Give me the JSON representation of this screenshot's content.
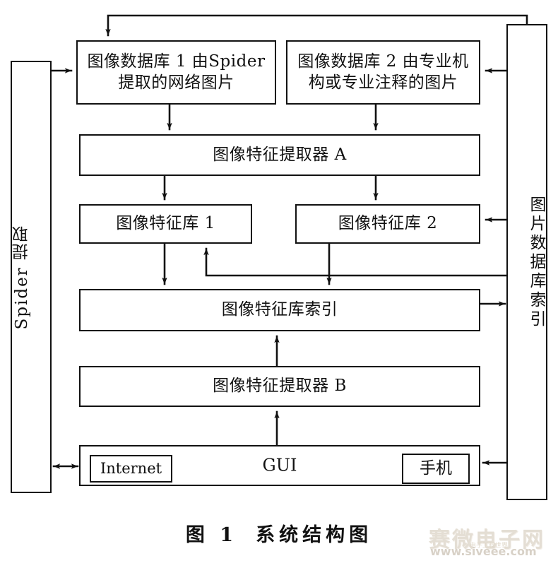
{
  "figure": {
    "caption_number": "图 1",
    "caption_title": "系统结构图"
  },
  "nodes": {
    "image_database_1": "图像数据库 1 由Spider\n提取的网络图片",
    "image_database_2": "图像数据库 2 由专业机\n构或专业注释的图片",
    "feature_extractor_a": "图像特征提取器 A",
    "feature_library_1": "图像特征库 1",
    "feature_library_2": "图像特征库 2",
    "feature_library_index": "图像特征库索引",
    "feature_extractor_b": "图像特征提取器 B",
    "gui": "GUI",
    "internet": "Internet",
    "mobile": "手机",
    "spider_crawler": "Spider 提取",
    "picture_db_index": "图片数据库索引"
  },
  "watermark": {
    "site_name": "赛微电子网",
    "site_url": "www.siveee.com",
    "sub_text": "电子工程世界"
  },
  "colors": {
    "stroke": "#111111",
    "background": "#ffffff",
    "watermark": "#cfc4b2"
  },
  "connectors": [
    {
      "name": "picdbindex-to-imgdb1-top-feedback",
      "from": "picture_db_index",
      "to": "image_database_1",
      "style": "elbow-top"
    },
    {
      "name": "spider-to-imgdb1",
      "from": "spider_crawler",
      "to": "image_database_1",
      "style": "arrow-right"
    },
    {
      "name": "picdbindex-to-imgdb2",
      "from": "picture_db_index",
      "to": "image_database_2",
      "style": "arrow-left"
    },
    {
      "name": "imgdb1-to-extractor-a",
      "from": "image_database_1",
      "to": "feature_extractor_a",
      "style": "arrow-down"
    },
    {
      "name": "imgdb2-to-extractor-a",
      "from": "image_database_2",
      "to": "feature_extractor_a",
      "style": "arrow-down"
    },
    {
      "name": "extractor-a-to-featlib1",
      "from": "feature_extractor_a",
      "to": "feature_library_1",
      "style": "arrow-down"
    },
    {
      "name": "extractor-a-to-featlib2",
      "from": "feature_extractor_a",
      "to": "feature_library_2",
      "style": "arrow-down"
    },
    {
      "name": "picdbindex-to-featlib2",
      "from": "picture_db_index",
      "to": "feature_library_2",
      "style": "arrow-left"
    },
    {
      "name": "picdbindex-to-featlib1",
      "from": "picture_db_index",
      "to": "feature_library_1",
      "style": "elbow-arrow-up"
    },
    {
      "name": "featlib2-to-featindex",
      "from": "feature_library_2",
      "to": "feature_library_index",
      "style": "arrow-down"
    },
    {
      "name": "featlib1-to-featindex",
      "from": "feature_library_1",
      "to": "feature_library_index",
      "style": "arrow-down"
    },
    {
      "name": "featindex-to-picdbindex",
      "from": "feature_library_index",
      "to": "picture_db_index",
      "style": "arrow-right"
    },
    {
      "name": "extractor-b-to-featindex",
      "from": "feature_extractor_b",
      "to": "feature_library_index",
      "style": "arrow-up"
    },
    {
      "name": "gui-to-extractor-b",
      "from": "gui",
      "to": "feature_extractor_b",
      "style": "arrow-up"
    },
    {
      "name": "spider-gui-bidirectional",
      "from": "spider_crawler",
      "to": "gui",
      "style": "double-arrow"
    },
    {
      "name": "picdbindex-to-gui",
      "from": "picture_db_index",
      "to": "gui",
      "style": "arrow-left"
    }
  ]
}
